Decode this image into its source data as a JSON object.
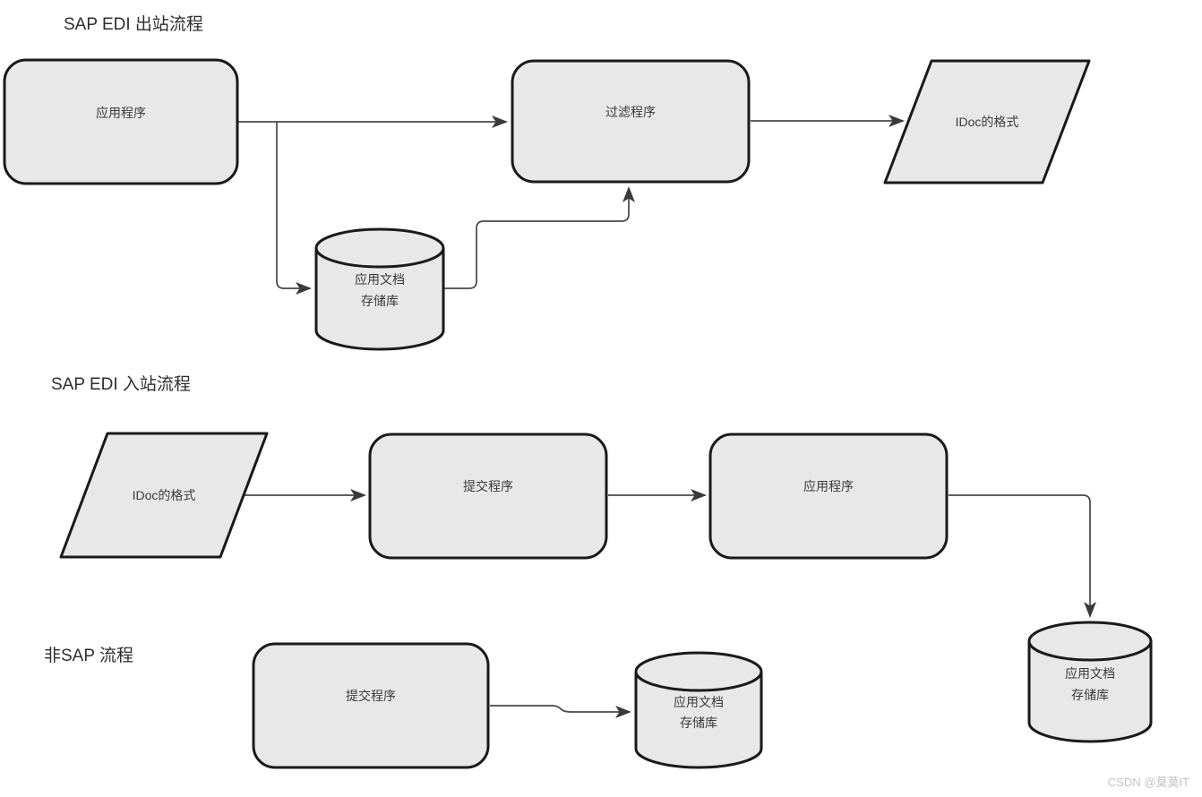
{
  "diagram": {
    "flows": [
      {
        "title": "SAP EDI 出站流程",
        "nodes": {
          "app": {
            "label": "应用程序",
            "type": "process"
          },
          "filter": {
            "label": "过滤程序",
            "type": "process"
          },
          "idoc": {
            "label": "IDoc的格式",
            "type": "data-io"
          },
          "db": {
            "label_lines": [
              "应用文档",
              "存储库"
            ],
            "type": "database"
          }
        }
      },
      {
        "title": "SAP EDI 入站流程",
        "nodes": {
          "idoc": {
            "label": "IDoc的格式",
            "type": "data-io"
          },
          "submit": {
            "label": "提交程序",
            "type": "process"
          },
          "app": {
            "label": "应用程序",
            "type": "process"
          },
          "db": {
            "label_lines": [
              "应用文档",
              "存储库"
            ],
            "type": "database"
          }
        }
      },
      {
        "title": "非SAP 流程",
        "nodes": {
          "submit": {
            "label": "提交程序",
            "type": "process"
          },
          "db": {
            "label_lines": [
              "应用文档",
              "存储库"
            ],
            "type": "database"
          }
        }
      }
    ],
    "colors": {
      "shape_fill": "#e8e8e8",
      "shape_stroke": "#1a1a1a",
      "connector": "#474747",
      "arrowhead": "#3a3a3a",
      "label_text": "#3a3a3a",
      "title_text": "#2e2e2e",
      "watermark_text": "#c2c2c2"
    },
    "watermark": "CSDN @莫莫IT"
  }
}
